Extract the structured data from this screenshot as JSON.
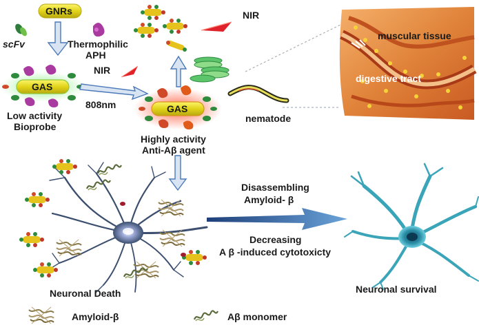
{
  "labels": {
    "gnrs": "GNRs",
    "scfv": "scFv",
    "thermophilic": "Thermophilic",
    "aph": "APH",
    "nir_top": "NIR",
    "nir_mid": "NIR",
    "wavelength": "808nm",
    "gas_left": "GAS",
    "gas_mid": "GAS",
    "low_activity": "Low activity",
    "bioprobe": "Bioprobe",
    "highly_activity": "Highly activity",
    "anti_abeta": "Anti-Aβ agent",
    "muscular_tissue": "muscular tissue",
    "digestive_tract": "digestive tract",
    "nematode": "nematode",
    "disassembling": "Disassembling",
    "amyloid_beta_center": "Amyloid- β",
    "decreasing": "Decreasing",
    "cytotoxicity": "A β -induced cytotoxicty",
    "neuronal_death": "Neuronal Death",
    "neuronal_survival": "Neuronal survival",
    "legend_amyloid": "Amyloid-β",
    "legend_monomer": "Aβ  monomer"
  },
  "colors": {
    "gold_rod": "#e8d81c",
    "arrow_blue": "#4a78b8",
    "neuron_dark": "#3c4f6e",
    "neuron_survival": "#3aa4b8",
    "nir_red": "#e0222a",
    "tissue_orange": "#e0833a"
  }
}
